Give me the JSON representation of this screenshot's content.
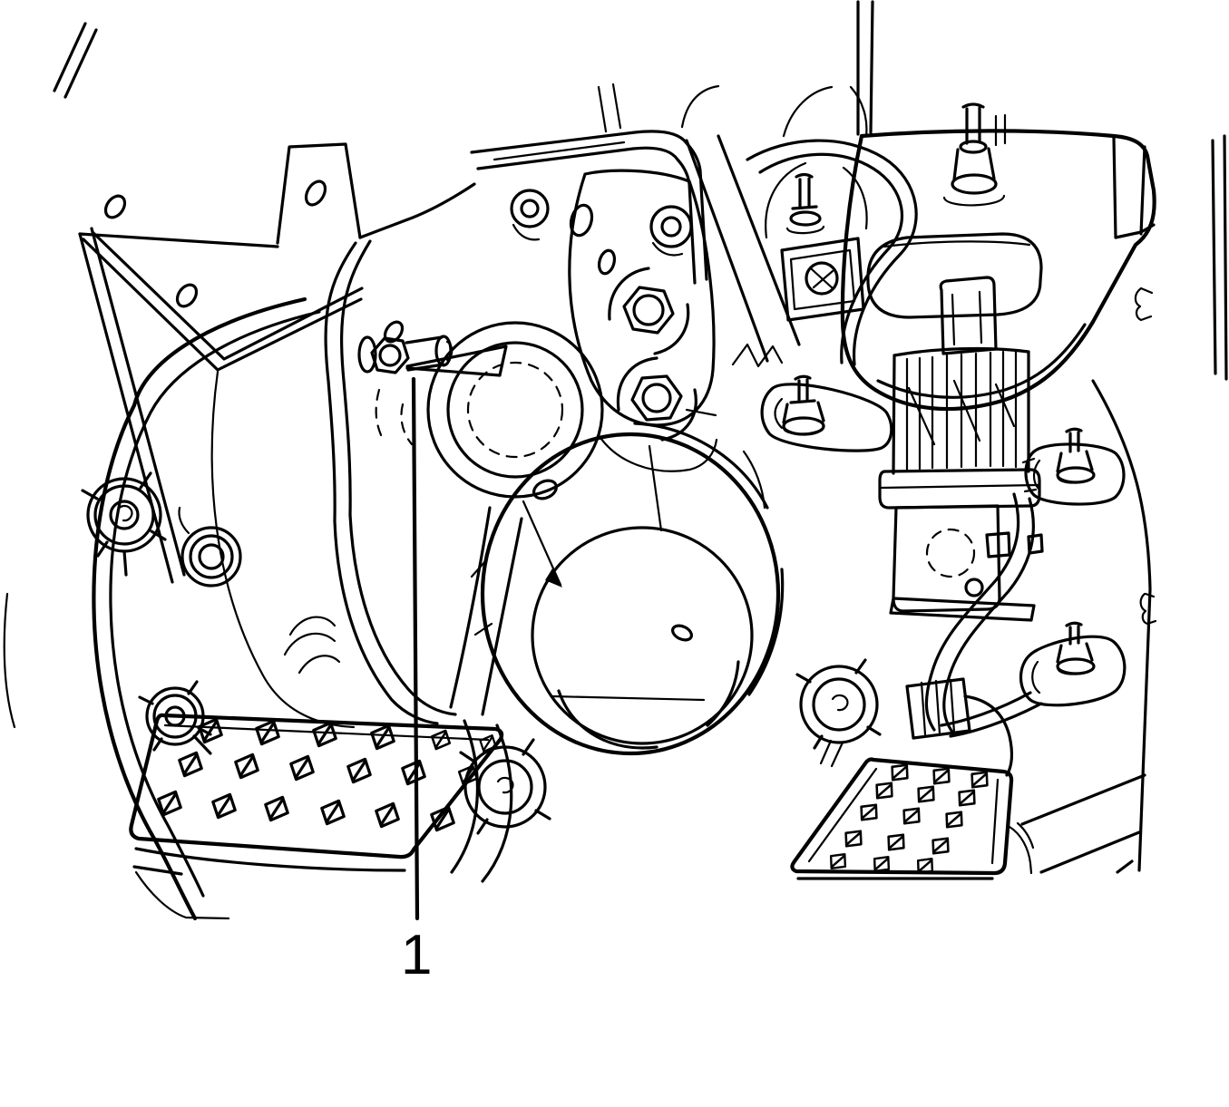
{
  "figure": {
    "description": "Black-and-white line-art service illustration of the brake pedal and accelerator pedal assemblies under an instrument panel, with one numbered callout",
    "background_color": "#ffffff",
    "line_color": "#000000",
    "callout": {
      "label": "1"
    }
  },
  "components": [
    "firewall-panel",
    "brake-booster-mounting-plate",
    "pedal-mounting-bracket",
    "steering-column-opening",
    "brake-pedal-arm",
    "brake-pedal-pad",
    "pedal-pivot-bolt",
    "accelerator-pedal-bracket",
    "accelerator-pedal-position-sensor",
    "accelerator-pedal-arm",
    "accelerator-pedal-pad",
    "mounting-studs",
    "trim-panel-edges"
  ]
}
